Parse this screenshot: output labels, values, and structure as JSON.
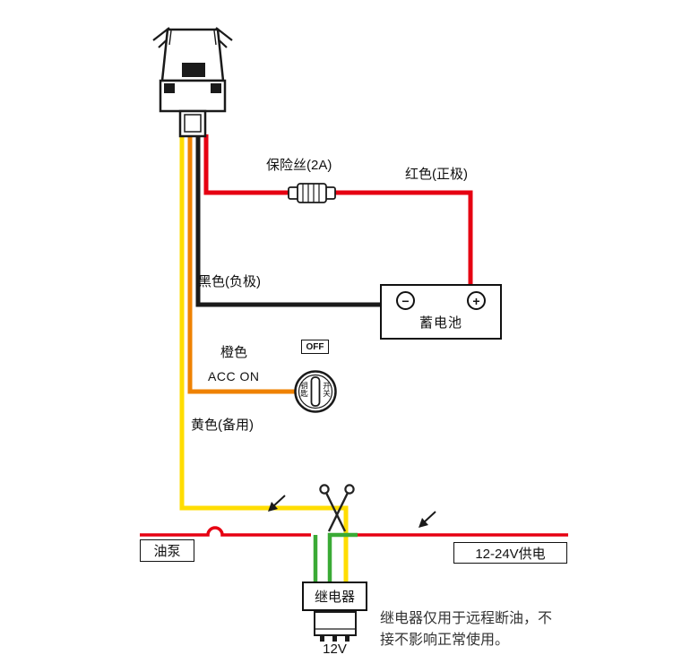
{
  "colors": {
    "red": "#e60012",
    "black": "#1a1a1a",
    "orange": "#ef8200",
    "yellow": "#ffdd00",
    "green": "#3aaa35"
  },
  "labels": {
    "fuse": "保险丝(2A)",
    "red_wire": "红色(正极)",
    "black_wire": "黑色(负极)",
    "orange_wire": "橙色",
    "acc_on": "ACC ON",
    "ignition_off": "OFF",
    "key_left": "钥匙",
    "key_right": "开关",
    "yellow_wire": "黄色(备用)",
    "battery": "蓄电池",
    "battery_minus": "−",
    "battery_plus": "+",
    "oil_pump": "油泵",
    "power_supply": "12-24V供电",
    "relay": "继电器",
    "relay_voltage": "12V",
    "note_line1": "继电器仅用于远程断油，不",
    "note_line2": "接不影响正常使用。"
  }
}
